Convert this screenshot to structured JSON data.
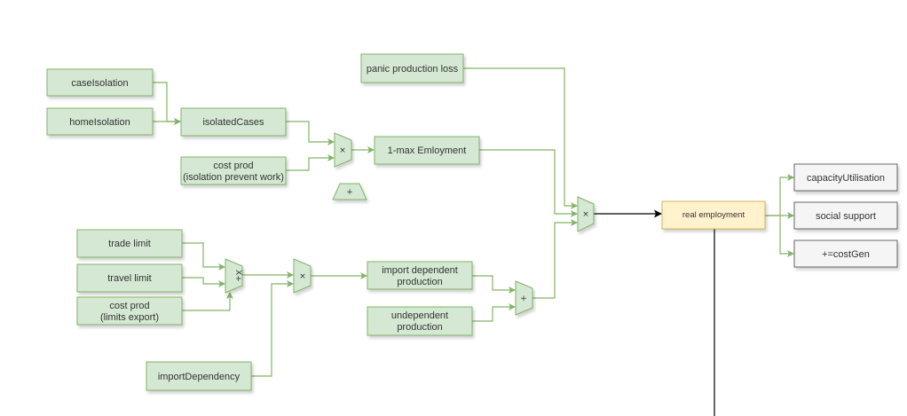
{
  "colors": {
    "node_fill": "#d5e8d4",
    "node_stroke": "#82b366",
    "edge_green": "#82b366",
    "highlight_fill": "#fff2cc",
    "highlight_stroke": "#d6b656",
    "output_fill": "#f5f5f5",
    "output_stroke": "#666666",
    "edge_dark": "#000000"
  },
  "nodes": {
    "caseIsolation": "caseIsolation",
    "homeIsolation": "homeIsolation",
    "isolatedCases": "isolatedCases",
    "costProdIsolation": [
      "cost prod",
      "(isolation prevent work)"
    ],
    "panicProductionLoss": "panic production loss",
    "maxEmployment": "1-max Emloyment",
    "tradeLimit": "trade limit",
    "travelLimit": "travel limit",
    "costProdLimits": [
      "cost prod",
      "(limits export)"
    ],
    "importDependency": "importDependency",
    "importDependentProduction": [
      "import dependent",
      "production"
    ],
    "undependentProduction": [
      "undependent",
      "production"
    ],
    "realEmployment": "real employment",
    "capacityUtilisation": "capacityUtilisation",
    "socialSupport": "social support",
    "costGen": "+=costGen"
  },
  "gates": {
    "multiplyIsolation": "×",
    "plusLoose": "+",
    "limitsCombine": "X+",
    "multiplyImport": "×",
    "sumProduction": "+",
    "multiplyEmployment": "×"
  }
}
